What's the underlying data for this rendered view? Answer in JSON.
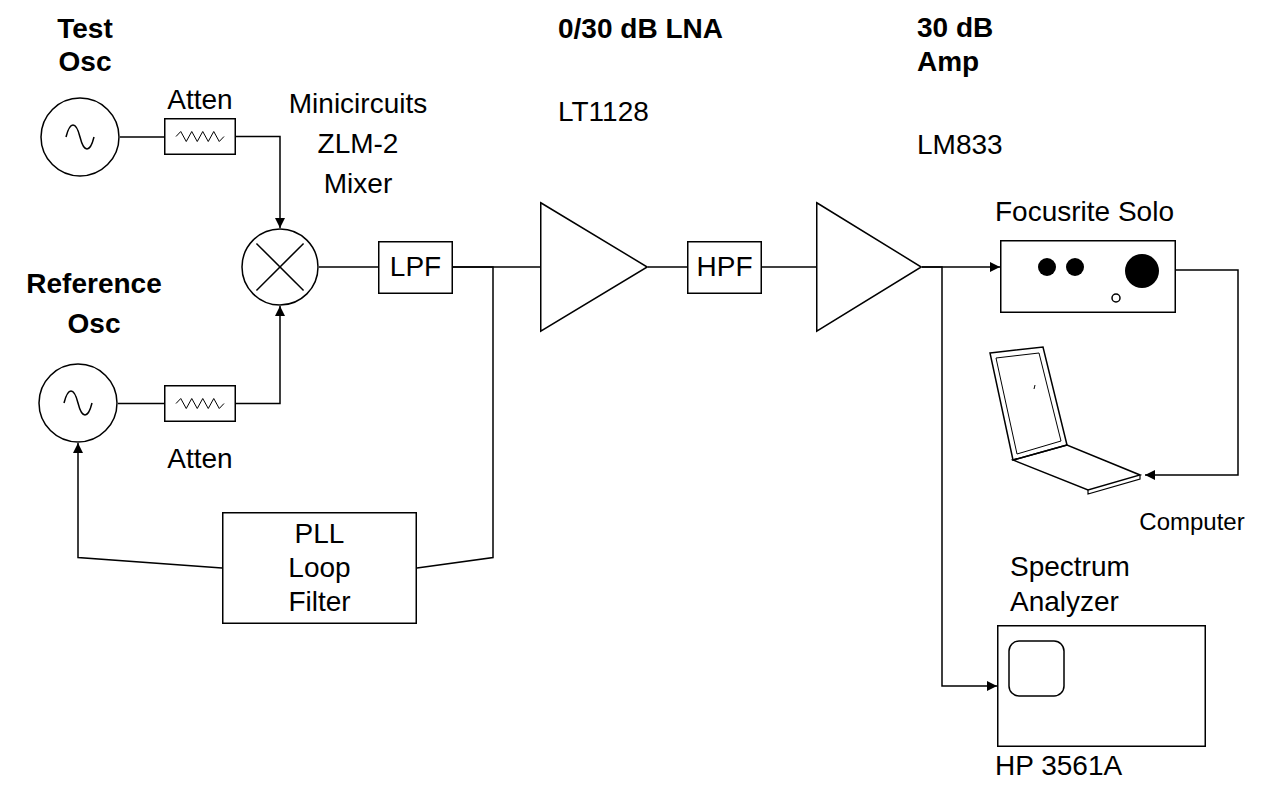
{
  "diagram": {
    "nodes": [
      {
        "text": [
          "Test Osc"
        ]
      },
      {
        "text": [
          "Atten"
        ]
      },
      {
        "text": [
          "Minicircuits ZLM-2 Mixer"
        ]
      },
      {
        "text": [
          "Reference Osc"
        ]
      },
      {
        "text": [
          "Atten"
        ]
      },
      {
        "text": [
          "LPF"
        ]
      },
      {
        "text": [
          "0/30 dB LNA",
          "LT1128"
        ]
      },
      {
        "text": [
          "HPF"
        ]
      },
      {
        "text": [
          "30 dB Amp",
          "LM833"
        ]
      },
      {
        "text": [
          "Focusrite Solo"
        ]
      },
      {
        "text": [
          "Computer"
        ]
      },
      {
        "text": [
          "Spectrum Analyzer",
          "HP 3561A"
        ]
      },
      {
        "text": [
          "PLL Loop Filter"
        ]
      }
    ],
    "edges": [
      {
        "from": 0,
        "to": 1,
        "arrow": "none"
      },
      {
        "from": 1,
        "to": 2,
        "arrow": "to"
      },
      {
        "from": 3,
        "to": 4,
        "arrow": "none"
      },
      {
        "from": 4,
        "to": 2,
        "arrow": "to"
      },
      {
        "from": 2,
        "to": 5,
        "arrow": "none"
      },
      {
        "from": 5,
        "to": 6,
        "arrow": "none"
      },
      {
        "from": 5,
        "to": 12,
        "arrow": "none"
      },
      {
        "from": 12,
        "to": 3,
        "arrow": "to"
      },
      {
        "from": 6,
        "to": 7,
        "arrow": "none"
      },
      {
        "from": 7,
        "to": 8,
        "arrow": "none"
      },
      {
        "from": 8,
        "to": 9,
        "arrow": "to"
      },
      {
        "from": 8,
        "to": 11,
        "arrow": "to"
      },
      {
        "from": 9,
        "to": 10,
        "arrow": "to"
      }
    ]
  }
}
